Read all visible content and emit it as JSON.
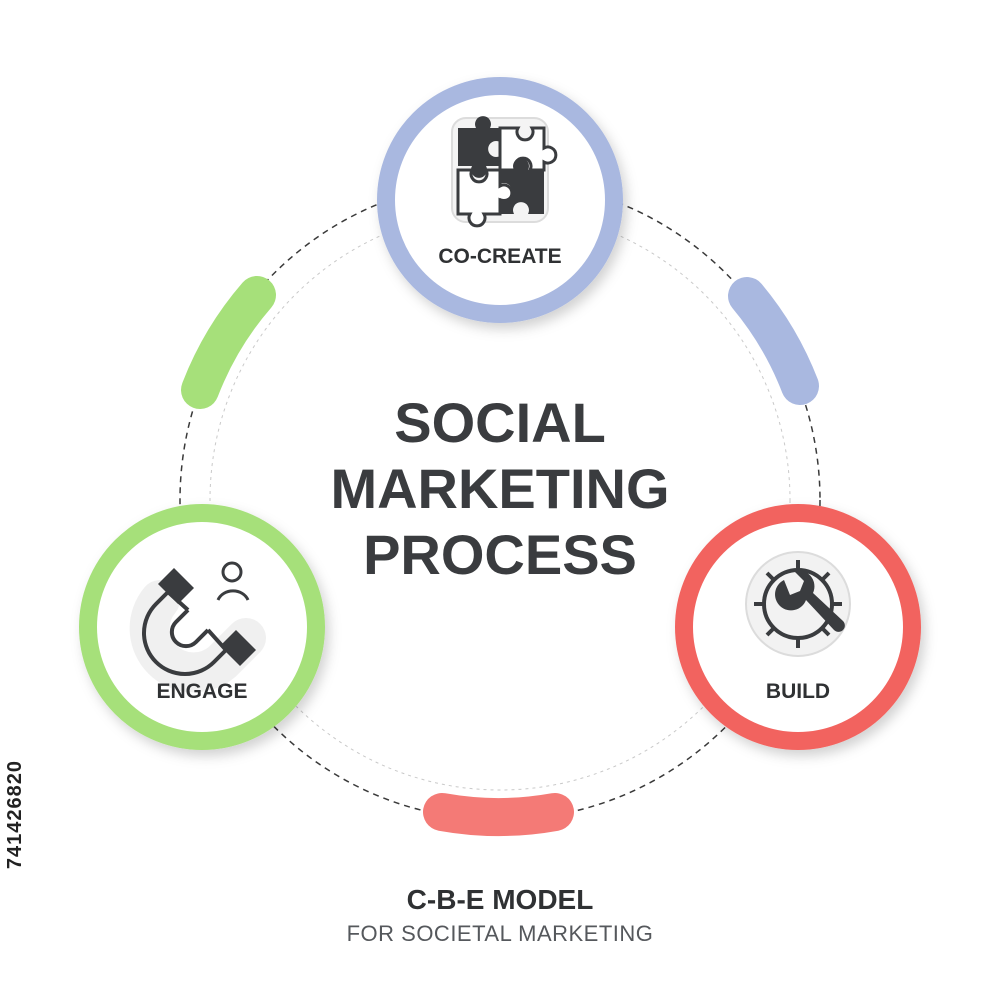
{
  "title": {
    "line1": "SOCIAL",
    "line2": "MARKETING",
    "line3": "PROCESS"
  },
  "nodes": [
    {
      "label": "CO-CREATE",
      "icon": "puzzle-icon",
      "color": "#a9b8e0"
    },
    {
      "label": "BUILD",
      "icon": "wrench-gear-icon",
      "color": "#f2645f"
    },
    {
      "label": "ENGAGE",
      "icon": "magnet-icon",
      "color": "#a6e07a"
    }
  ],
  "footer": {
    "title": "C-B-E MODEL",
    "subtitle": "FOR SOCIETAL MARKETING"
  },
  "stock_id": "741426820"
}
